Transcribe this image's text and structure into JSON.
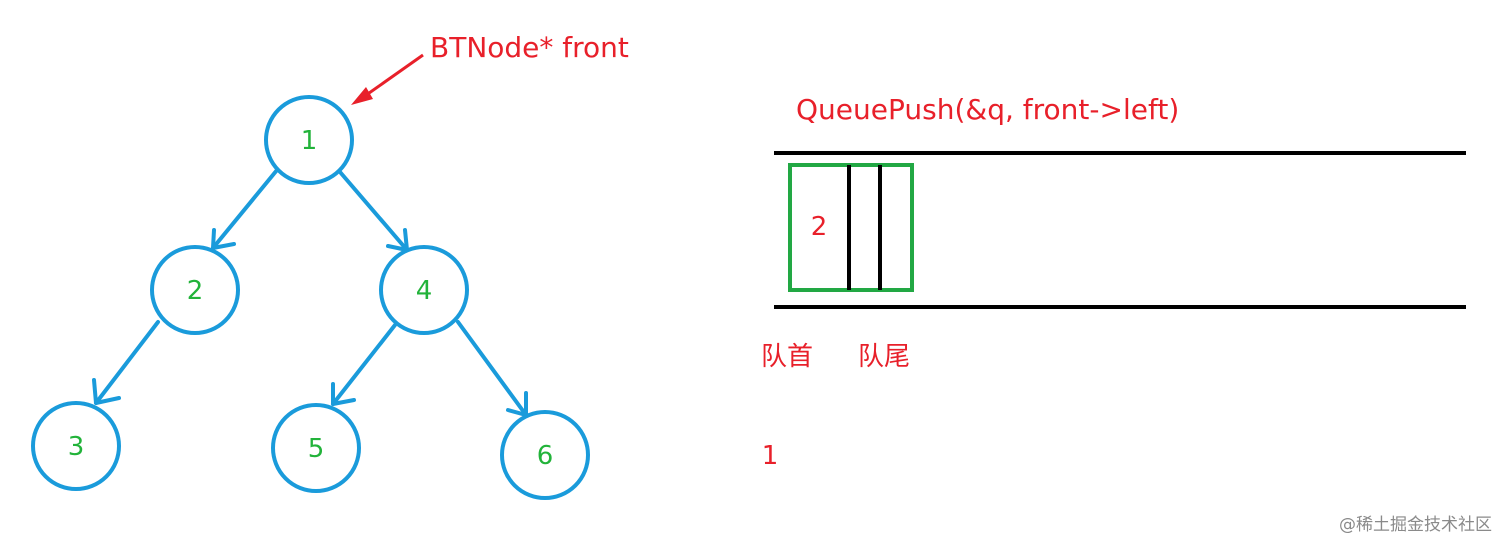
{
  "colors": {
    "node_stroke": "#1a9bdb",
    "node_label": "#22b33a",
    "annotation": "#e8202a",
    "queue_box": "#22a844",
    "queue_line": "#000000",
    "watermark": "#8a8a8a"
  },
  "tree": {
    "nodes": [
      {
        "id": "n1",
        "label": "1"
      },
      {
        "id": "n2",
        "label": "2"
      },
      {
        "id": "n4",
        "label": "4"
      },
      {
        "id": "n3",
        "label": "3"
      },
      {
        "id": "n5",
        "label": "5"
      },
      {
        "id": "n6",
        "label": "6"
      }
    ],
    "edges": [
      {
        "from": "1",
        "to": "2"
      },
      {
        "from": "1",
        "to": "4"
      },
      {
        "from": "2",
        "to": "3"
      },
      {
        "from": "4",
        "to": "5"
      },
      {
        "from": "4",
        "to": "6"
      }
    ],
    "pointer_label": "BTNode* front"
  },
  "queue": {
    "operation_label": "QueuePush(&q, front->left)",
    "items": [
      "2"
    ],
    "head_label": "队首",
    "tail_label": "队尾"
  },
  "output": {
    "printed": "1"
  },
  "watermark": "@稀土掘金技术社区"
}
